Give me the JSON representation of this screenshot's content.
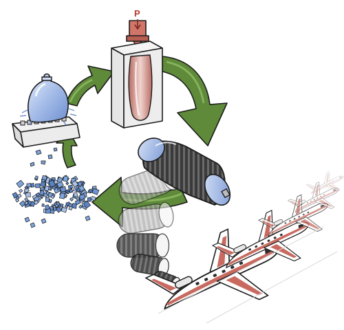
{
  "press": {
    "pressure_label": "P"
  },
  "colors": {
    "arrow_green": "#5e8a3a",
    "arrow_green_dark": "#3f6526",
    "glass_blue": "#9fb8e6",
    "chip_blue": "#7fa6dc",
    "mold_grey": "#e8e8e8",
    "preform_red": "#c98a82",
    "piston_red": "#d07567",
    "tank_dark": "#2f2f2f",
    "tank_cap_blue": "#8faee0",
    "jet_white": "#ffffff",
    "jet_stripe": "#c86a60"
  },
  "icons": [
    "cycle-arrow",
    "shredder",
    "glass-bottle",
    "recycled-chips",
    "mold-press",
    "composite-tank",
    "jet-aircraft"
  ]
}
